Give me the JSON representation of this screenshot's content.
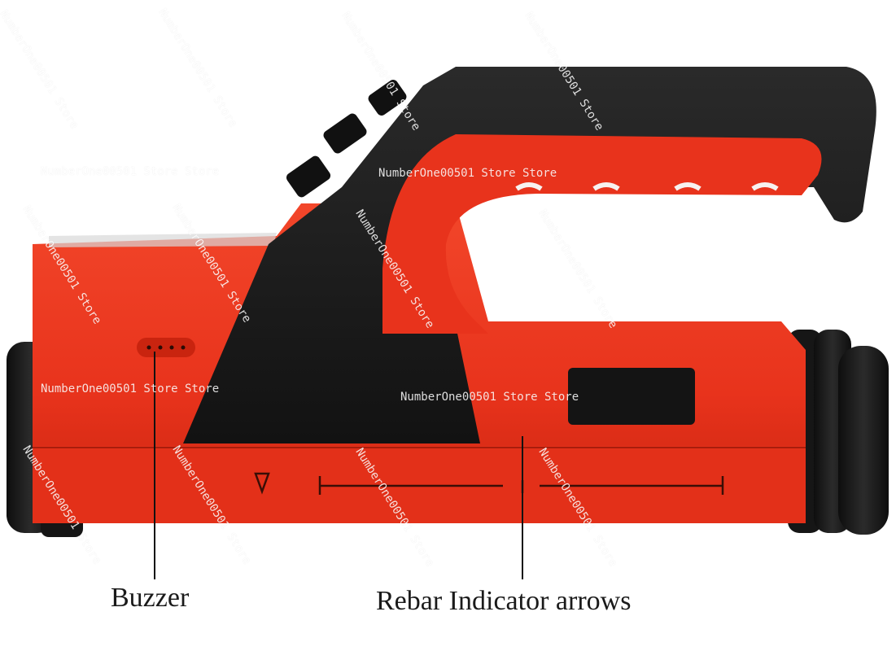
{
  "labels": {
    "buzzer": "Buzzer",
    "rebar_indicator": "Rebar Indicator arrows"
  },
  "watermark": {
    "horizontal": "NumberOne00501 Store Store",
    "diagonal": "NumberOne00501 Store"
  },
  "colors": {
    "body_red": "#e8331c",
    "body_dark_red": "#c9240f",
    "grip_black": "#1c1c1c",
    "background": "#ffffff"
  }
}
